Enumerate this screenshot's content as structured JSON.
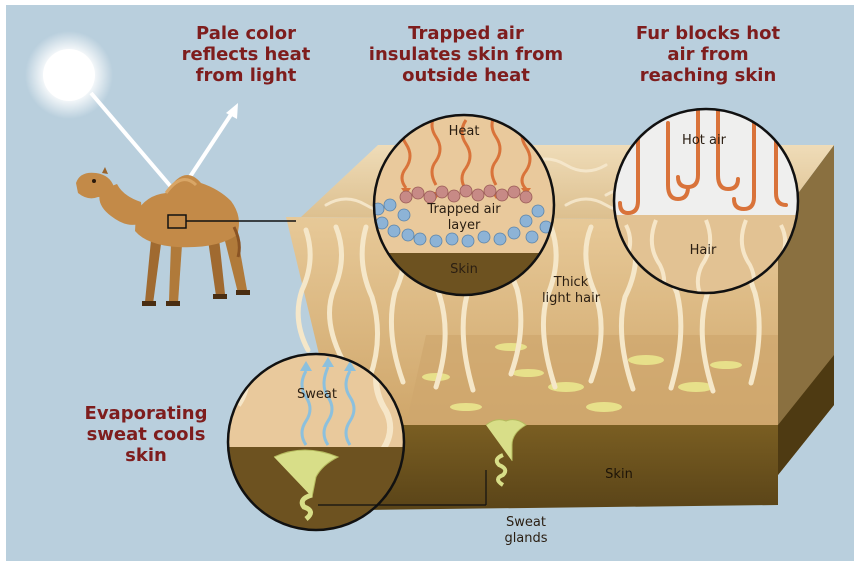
{
  "titles": {
    "pale_color": "Pale color\nreflects heat\nfrom light",
    "trapped_air": "Trapped air\ninsulates skin from\noutside heat",
    "fur_blocks": "Fur blocks hot\nair from\nreaching skin",
    "evaporating": "Evaporating\nsweat cools\nskin"
  },
  "labels": {
    "heat": "Heat",
    "trapped_air_layer": "Trapped air\nlayer",
    "skin_inset": "Skin",
    "hot_air": "Hot air",
    "hair": "Hair",
    "thick_light_hair": "Thick\nlight hair",
    "sweat": "Sweat",
    "skin_main": "Skin",
    "sweat_glands": "Sweat\nglands"
  },
  "colors": {
    "background": "#b9cfdd",
    "title_text": "#7e1d1d",
    "fur": "#e4c79a",
    "skin": "#6e5420",
    "heat_waves": "#d9733a",
    "sweat_vapor": "#8cc0dd",
    "sweat_gland": "#d5d88a"
  },
  "icons": [
    "sun-icon",
    "camel-icon",
    "heat-wave-icon",
    "sweat-vapor-icon"
  ]
}
